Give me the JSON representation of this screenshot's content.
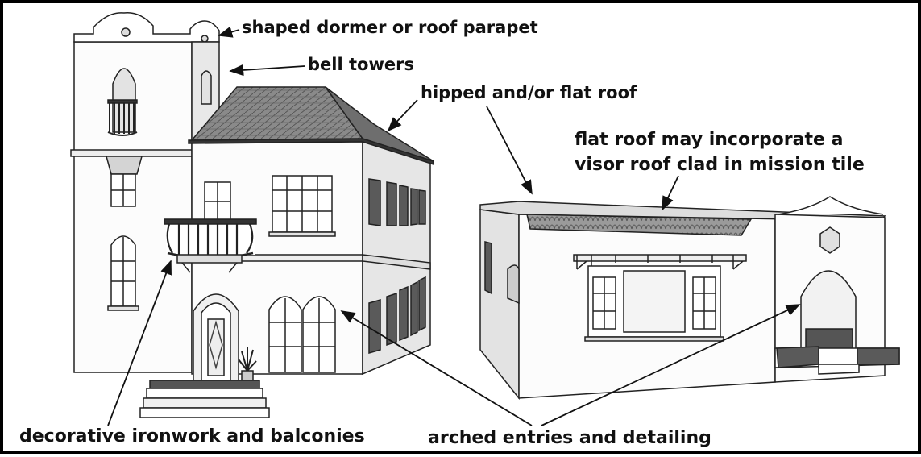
{
  "labels": {
    "dormer": "shaped dormer or roof parapet",
    "bell": "bell towers",
    "hipped": "hipped and/or flat roof",
    "flat_line1": "flat roof may incorporate a",
    "flat_line2": "visor roof clad in mission tile",
    "ironwork": "decorative ironwork and balconies",
    "arched": "arched entries and detailing"
  }
}
